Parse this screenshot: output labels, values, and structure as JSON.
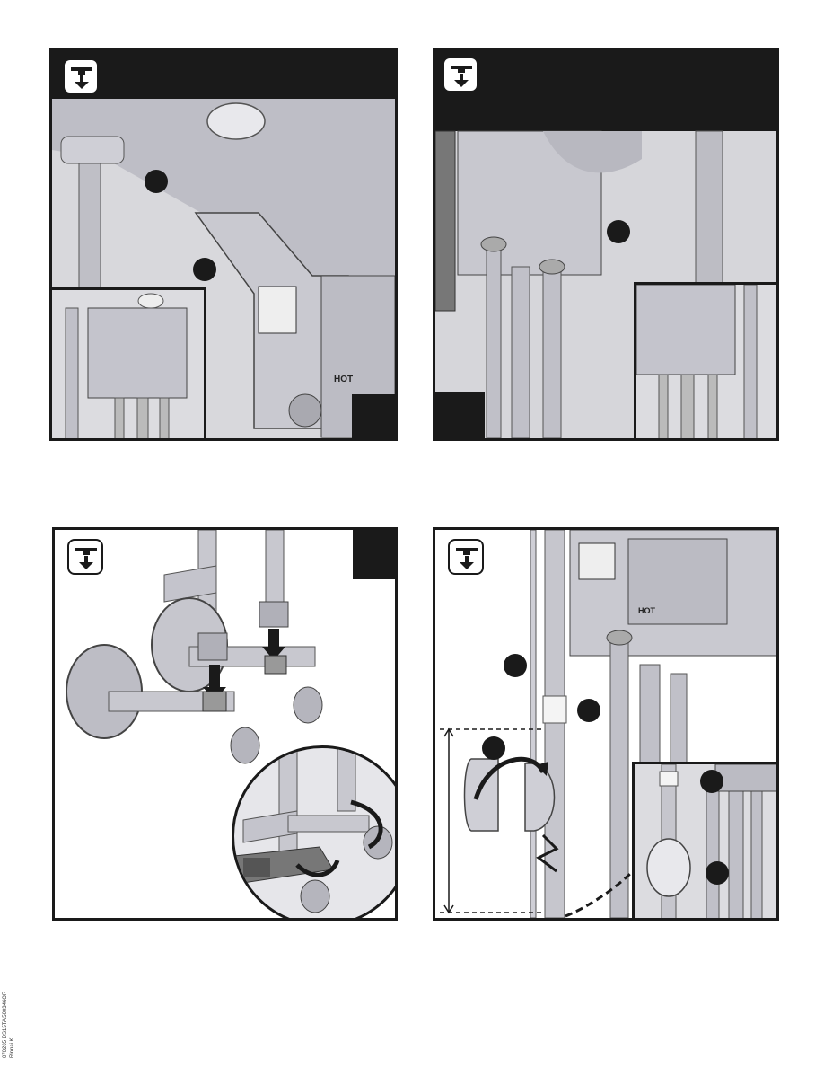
{
  "page": {
    "background": "#ffffff",
    "ink": "#1a1a1a"
  },
  "icons": {
    "panel_icon": "installer-wrench-arrow-down-icon"
  },
  "panel1": {
    "unit_badge": "HOT"
  },
  "panel2": {},
  "panel3": {},
  "panel4": {
    "unit_badge": "HOT"
  },
  "footer": {
    "line1": "070205 DS15TA 500346OR",
    "line2": "Rinnai K"
  }
}
